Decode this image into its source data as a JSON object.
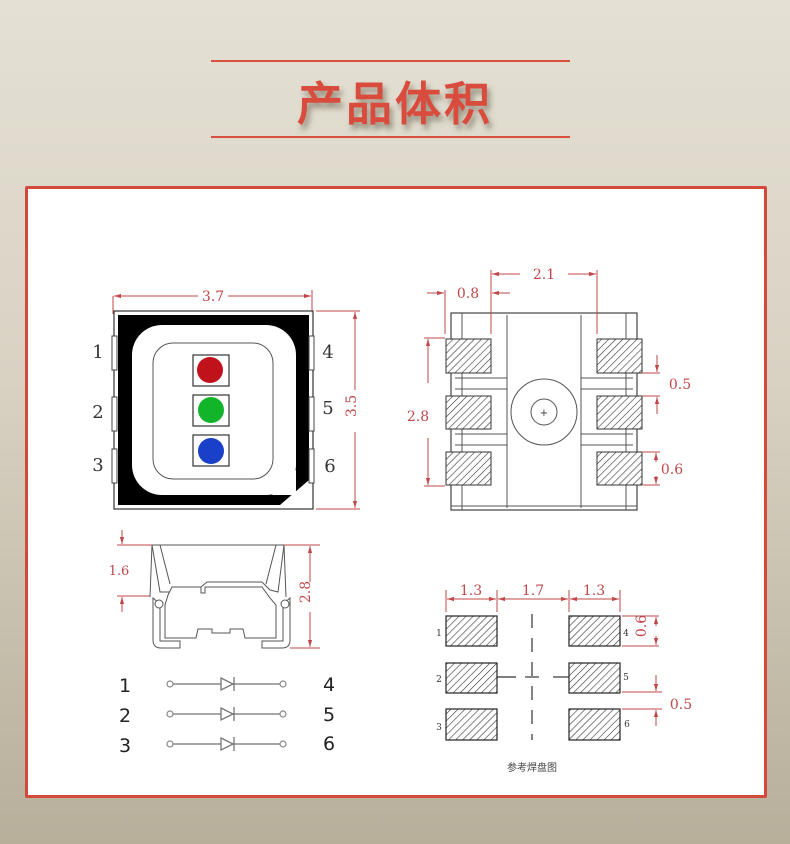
{
  "header": {
    "title": "产品体积"
  },
  "colors": {
    "accent": "#d94c3d",
    "card_border": "#d24a3b",
    "dimension": "#c0474a",
    "led_red": "#c0121b",
    "led_green": "#12b52a",
    "led_blue": "#1a3fc8"
  },
  "top_view": {
    "width_label": "3.7",
    "height_label": "3.5",
    "pins_left": [
      "1",
      "2",
      "3"
    ],
    "pins_right": [
      "4",
      "5",
      "6"
    ],
    "leds": [
      "red",
      "green",
      "blue"
    ]
  },
  "bottom_view": {
    "pitch_label": "2.1",
    "pad_width_label": "0.8",
    "pad_span_label": "2.8",
    "gap_label": "0.5",
    "pad_height_label": "0.6"
  },
  "side_view": {
    "lens_height_label": "1.6",
    "total_height_label": "2.8"
  },
  "circuit": {
    "rows": [
      {
        "anode": "1",
        "cathode": "4"
      },
      {
        "anode": "2",
        "cathode": "5"
      },
      {
        "anode": "3",
        "cathode": "6"
      }
    ]
  },
  "footprint": {
    "pad_width_label": "1.3",
    "center_gap_label": "1.7",
    "pad_width_right_label": "1.3",
    "pad_height_label": "0.6",
    "pad_gap_label": "0.5",
    "pins_left": [
      "1",
      "2",
      "3"
    ],
    "pins_right": [
      "4",
      "5",
      "6"
    ],
    "caption": "参考焊盘图"
  }
}
